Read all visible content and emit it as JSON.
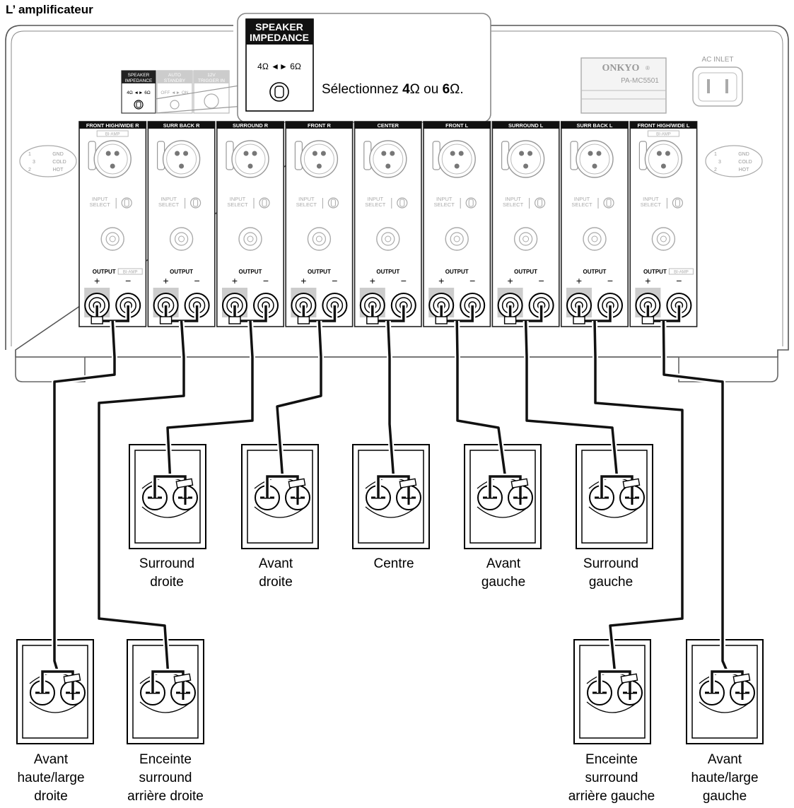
{
  "title": "L’ amplificateur",
  "amplifier": {
    "brand": "ONKYO",
    "brand_mark": "®",
    "model": "PA-MC5501",
    "ac_inlet": "AC INLET",
    "xlr_pins": [
      "1",
      "GND",
      "3",
      "COLD",
      "2",
      "HOT"
    ],
    "small_switches": {
      "speaker_impedance": [
        "SPEAKER",
        "IMPEDANCE",
        "4Ω ◄► 6Ω"
      ],
      "auto_standby": [
        "AUTO",
        "STANDBY",
        "OFF ◄► ON"
      ],
      "trigger": [
        "12V",
        "TRIGGER IN"
      ]
    },
    "channels": [
      {
        "name": "FRONT HIGH/WIDE R",
        "biamp": true
      },
      {
        "name": "SURR BACK R",
        "biamp": false
      },
      {
        "name": "SURROUND R",
        "biamp": false
      },
      {
        "name": "FRONT R",
        "biamp": false
      },
      {
        "name": "CENTER",
        "biamp": false
      },
      {
        "name": "FRONT L",
        "biamp": false
      },
      {
        "name": "SURROUND L",
        "biamp": false
      },
      {
        "name": "SURR BACK L",
        "biamp": false
      },
      {
        "name": "FRONT HIGH/WIDE L",
        "biamp": true
      }
    ],
    "biamp_label": "BI-AMP",
    "input_select": [
      "INPUT",
      "SELECT"
    ],
    "output_label": "OUTPUT",
    "plus": "+",
    "minus": "−"
  },
  "callout": {
    "box_title": [
      "SPEAKER",
      "IMPEDANCE"
    ],
    "box_value": "4Ω ◄► 6Ω",
    "text_prefix": "Sélectionnez ",
    "text_4": "4",
    "text_ohm_a": "Ω",
    "text_mid": " ou ",
    "text_6": "6",
    "text_ohm_b": "Ω",
    "text_end": "."
  },
  "speakers": [
    {
      "id": "surround-right",
      "lines": [
        "Surround",
        "droite"
      ]
    },
    {
      "id": "front-right",
      "lines": [
        "Avant",
        "droite"
      ]
    },
    {
      "id": "center",
      "lines": [
        "Centre"
      ]
    },
    {
      "id": "front-left",
      "lines": [
        "Avant",
        "gauche"
      ]
    },
    {
      "id": "surround-left",
      "lines": [
        "Surround",
        "gauche"
      ]
    },
    {
      "id": "front-high-wide-right",
      "lines": [
        "Avant",
        "haute/large",
        "droite"
      ]
    },
    {
      "id": "surround-back-right",
      "lines": [
        "Enceinte",
        "surround",
        "arrière droite"
      ]
    },
    {
      "id": "surround-back-left",
      "lines": [
        "Enceinte",
        "surround",
        "arrière gauche"
      ]
    },
    {
      "id": "front-high-wide-left",
      "lines": [
        "Avant",
        "haute/large",
        "gauche"
      ]
    }
  ]
}
